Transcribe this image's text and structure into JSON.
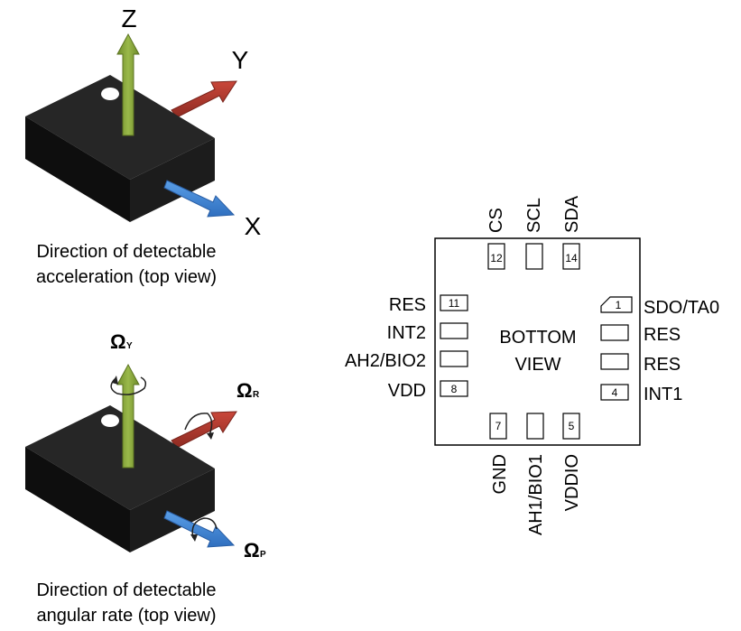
{
  "top_figure": {
    "axis_z": "Z",
    "axis_y": "Y",
    "axis_x": "X",
    "caption_line1": "Direction of detectable",
    "caption_line2": "acceleration (top view)"
  },
  "bottom_figure": {
    "omega_y": "Ω",
    "omega_y_sub": "Y",
    "omega_r": "Ω",
    "omega_r_sub": "R",
    "omega_p": "Ω",
    "omega_p_sub": "P",
    "caption_line1": "Direction of detectable",
    "caption_line2": "angular rate (top view)"
  },
  "pinout": {
    "center_line1": "BOTTOM",
    "center_line2": "VIEW",
    "top_labels": [
      "CS",
      "SCL",
      "SDA"
    ],
    "top_pads": [
      "12",
      "",
      "14"
    ],
    "left_labels": [
      "RES",
      "INT2",
      "AH2/BIO2",
      "VDD"
    ],
    "left_pads": [
      "11",
      "",
      "",
      "8"
    ],
    "right_labels": [
      "SDO/TA0",
      "RES",
      "RES",
      "INT1"
    ],
    "right_pads": [
      "1",
      "",
      "",
      "4"
    ],
    "bottom_labels": [
      "GND",
      "AH1/BIO1",
      "VDDIO"
    ],
    "bottom_pads": [
      "7",
      "",
      "5"
    ]
  },
  "colors": {
    "chip_top": "#262626",
    "chip_side_dark": "#0d0d0d",
    "chip_side_mid": "#1c1c1c",
    "arrow_green": "#8aa63f",
    "arrow_red": "#b03a2e",
    "arrow_blue": "#3f86d6"
  }
}
